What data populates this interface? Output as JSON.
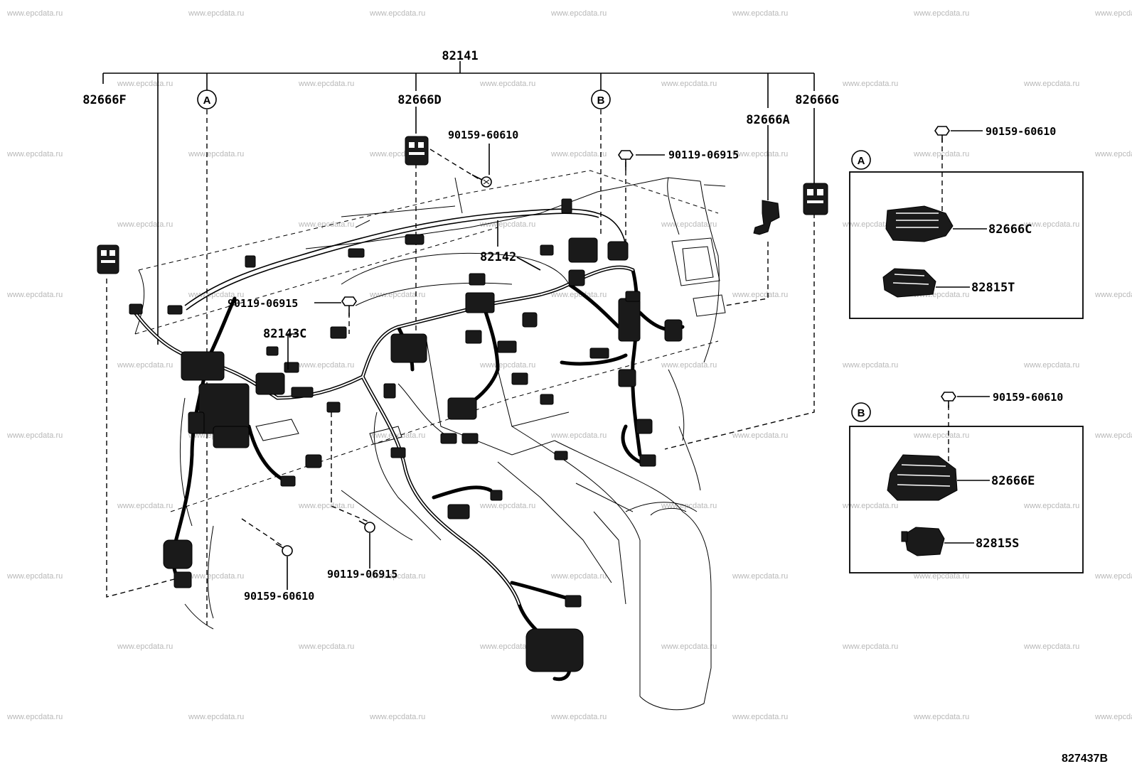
{
  "watermark": "www.epcdata.ru",
  "figure_code": "827437B",
  "callouts": {
    "main": "82141",
    "sub_harness": "82142",
    "sub_harness_c": "82143C",
    "conn_f": "82666F",
    "conn_d": "82666D",
    "conn_a": "82666A",
    "conn_g": "82666G",
    "bolt_top_1": "90159-60610",
    "bolt_top_2": "90119-06915",
    "bolt_left": "90119-06915",
    "bolt_bot_1": "90159-60610",
    "bolt_bot_2": "90119-06915"
  },
  "refs": {
    "a": "A",
    "b": "B"
  },
  "detail_a": {
    "ref": "A",
    "bolt": "90159-60610",
    "part1": "82666C",
    "part2": "82815T"
  },
  "detail_b": {
    "ref": "B",
    "bolt": "90159-60610",
    "part1": "82666E",
    "part2": "82815S"
  }
}
